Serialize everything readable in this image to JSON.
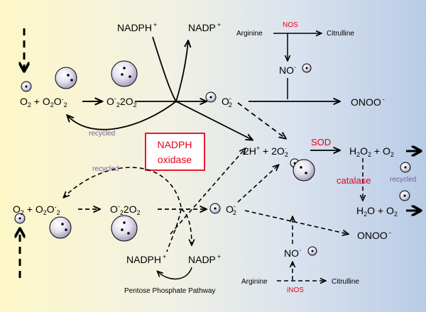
{
  "colors": {
    "accent_red": "#e8001c",
    "recycled_purple": "#7a5a9a",
    "bg_left": "#fdf7c8",
    "bg_right": "#b8cbe6"
  },
  "top": {
    "nadph": "NADPH",
    "nadph_sup": "+",
    "nadp": "NADP",
    "nadp_sup": "+",
    "arginine": "Arginine",
    "nos": "NOS",
    "citrulline": "Citrulline",
    "no": "NO",
    "no_sup": "·",
    "onoo": "ONOO",
    "onoo_sup": "-",
    "recycled": "recycled"
  },
  "box": {
    "line1": "NADPH",
    "line2": "oxidase"
  },
  "center": {
    "reaction_left": "2H",
    "reaction_plus_sup": "+",
    "reaction_mid": " + 2O",
    "reaction_sub": "2",
    "reaction_minus_sup": "·",
    "sod": "SOD",
    "h2o2_a": "H",
    "h2o2_b": "2",
    "h2o2_c": "O",
    "h2o2_d": "2",
    "h2o2_e": " + O",
    "h2o2_f": "2",
    "catalase": "catalase",
    "recycled": "recycled",
    "h2o_a": "H",
    "h2o_b": "2",
    "h2o_c": "O + O",
    "h2o_d": "2"
  },
  "bottom": {
    "recycled": "recycled",
    "nadph": "NADPH",
    "nadph_sup": "+",
    "nadp": "NADP",
    "nadp_sup": "+",
    "ppp": "Pentose Phosphate Pathway",
    "arginine": "Arginine",
    "inos": "iNOS",
    "citrulline": "Citrulline",
    "no": "NO",
    "no_sup": "·",
    "onoo": "ONOO",
    "onoo_sup": "-"
  },
  "species": {
    "o2": "O",
    "o2_sub": "2",
    "plus": " + ",
    "superoxide_radical": "O",
    "superoxide_sub": "2",
    "superoxide_sup": "-",
    "o2_2o2": "O",
    "o2_2o2_sup": "-",
    "o2_2o2_mid": "2O",
    "o2_2o2_end": "2",
    "o2_minus": "O",
    "o2_minus_sup": "-",
    "o2_minus_sub": "2"
  }
}
